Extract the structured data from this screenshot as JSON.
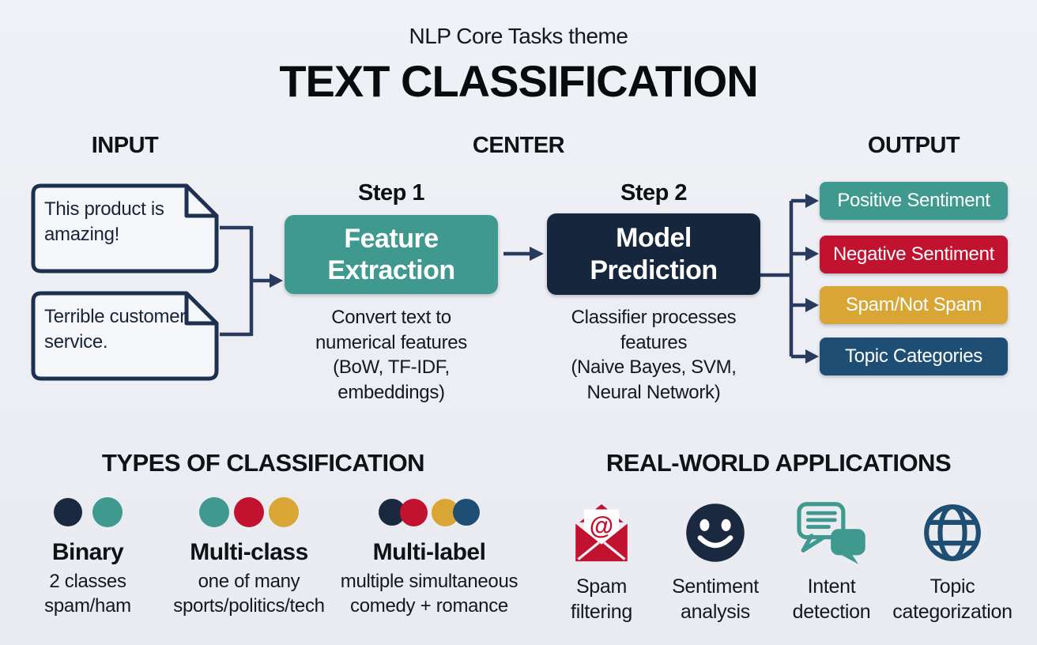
{
  "header": {
    "subtitle": "NLP Core Tasks theme",
    "title": "TEXT CLASSIFICATION"
  },
  "sections": {
    "input": "INPUT",
    "center": "CENTER",
    "output": "OUTPUT",
    "types": "TYPES OF CLASSIFICATION",
    "applications": "REAL-WORLD APPLICATIONS"
  },
  "input_documents": [
    {
      "text": "This product is amazing!"
    },
    {
      "text": "Terrible customer service."
    }
  ],
  "steps": [
    {
      "label": "Step 1",
      "title": "Feature\nExtraction",
      "description": "Convert text to\nnumerical features\n(BoW, TF-IDF,\nembeddings)",
      "color": "#3f998e"
    },
    {
      "label": "Step 2",
      "title": "Model\nPrediction",
      "description": "Classifier processes\nfeatures\n(Naive Bayes, SVM,\nNeural Network)",
      "color": "#16263c"
    }
  ],
  "outputs": [
    {
      "label": "Positive Sentiment",
      "color": "#3f998e"
    },
    {
      "label": "Negative Sentiment",
      "color": "#c1122f"
    },
    {
      "label": "Spam/Not Spam",
      "color": "#d9a636"
    },
    {
      "label": "Topic Categories",
      "color": "#1f4e74"
    }
  ],
  "types": [
    {
      "name": "Binary",
      "description": "2 classes\nspam/ham",
      "dot_colors": [
        "#1b2940",
        "#3f998e"
      ]
    },
    {
      "name": "Multi-class",
      "description": "one of many\nsports/politics/tech",
      "dot_colors": [
        "#3f998e",
        "#c1122f",
        "#d9a636"
      ]
    },
    {
      "name": "Multi-label",
      "description": "multiple simultaneous\ncomedy + romance",
      "dot_colors": [
        "#1b2940",
        "#c1122f",
        "#d9a636",
        "#1f4e74"
      ]
    }
  ],
  "applications": [
    {
      "icon": "email-at-icon",
      "label": "Spam\nfiltering",
      "color": "#c1122f"
    },
    {
      "icon": "smiley-face-icon",
      "label": "Sentiment\nanalysis",
      "color": "#1b2940"
    },
    {
      "icon": "chat-bubbles-icon",
      "label": "Intent\ndetection",
      "color": "#3f998e"
    },
    {
      "icon": "globe-icon",
      "label": "Topic\ncategorization",
      "color": "#1f4e74"
    }
  ],
  "colors": {
    "background": "#eceef3",
    "navy": "#1b2940",
    "teal": "#3f998e",
    "red": "#c1122f",
    "gold": "#d9a636",
    "steel_blue": "#1f4e74",
    "connector_line": "#283a5e"
  }
}
